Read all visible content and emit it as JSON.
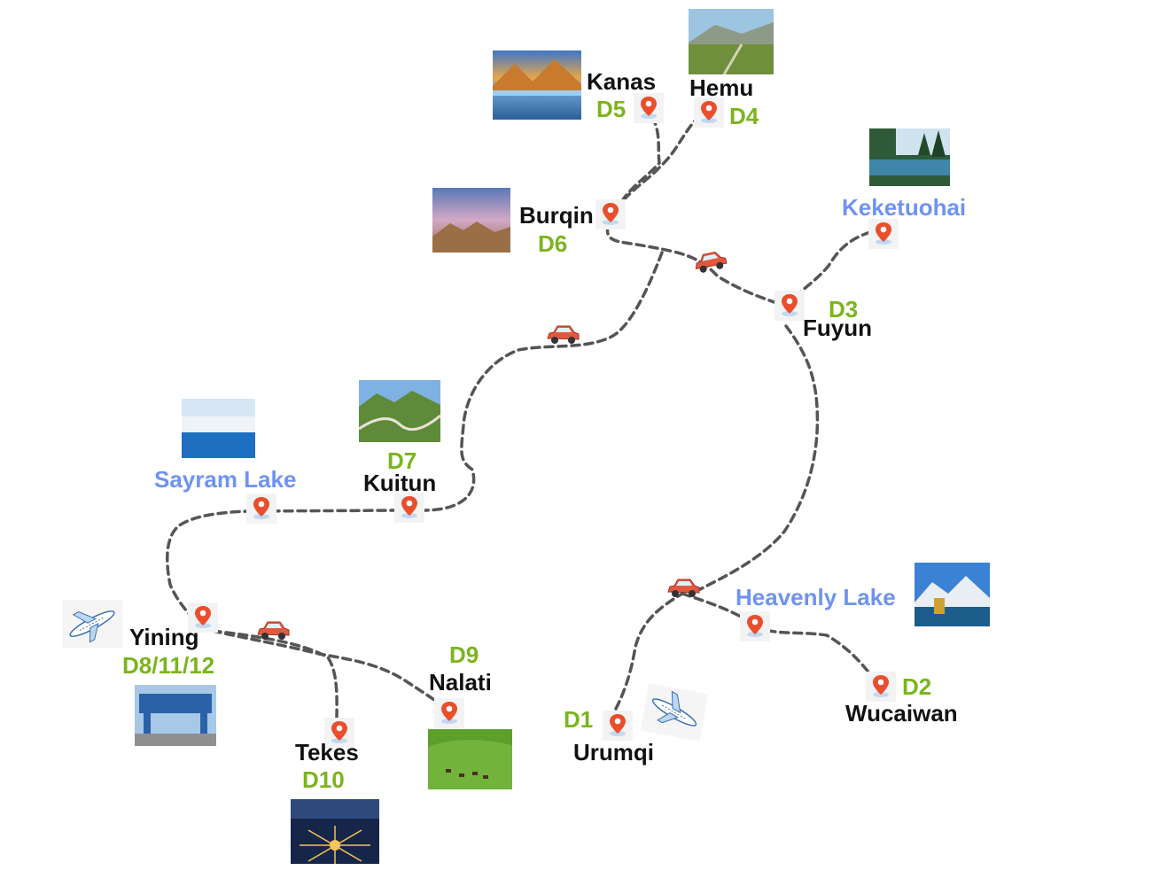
{
  "stops": {
    "kanas": {
      "name": "Kanas",
      "day": "D5"
    },
    "hemu": {
      "name": "Hemu",
      "day": "D4"
    },
    "burqin": {
      "name": "Burqin",
      "day": "D6"
    },
    "keketuohai": {
      "name": "Keketuohai"
    },
    "fuyun": {
      "name": "Fuyun",
      "day": "D3"
    },
    "kuitun": {
      "name": "Kuitun",
      "day": "D7"
    },
    "sayram": {
      "name": "Sayram Lake"
    },
    "yining": {
      "name": "Yining",
      "day": "D8/11/12"
    },
    "nalati": {
      "name": "Nalati",
      "day": "D9"
    },
    "tekes": {
      "name": "Tekes",
      "day": "D10"
    },
    "heavenly": {
      "name": "Heavenly Lake"
    },
    "wucaiwan": {
      "name": "Wucaiwan",
      "day": "D2"
    },
    "urumqi": {
      "name": "Urumqi",
      "day": "D1"
    }
  },
  "colors": {
    "day": "#7ab51d",
    "extra_stop": "#6f93f0",
    "stop_name": "#111111",
    "route": "#555555",
    "pin": "#ea4e2c",
    "car": "#e2583e"
  },
  "icons": [
    "map-pin-icon",
    "car-icon",
    "airplane-icon"
  ]
}
